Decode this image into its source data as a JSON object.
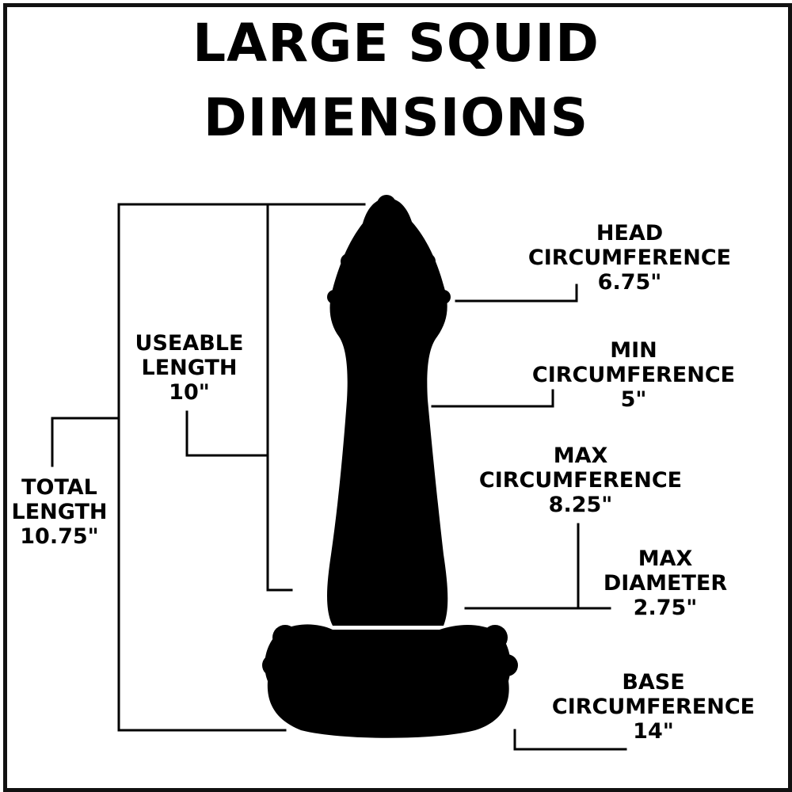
{
  "title": {
    "line1": "LARGE SQUID",
    "line2": "DIMENSIONS"
  },
  "product_color": "#000000",
  "labels": {
    "total_length": {
      "line1": "TOTAL",
      "line2": "LENGTH",
      "value": "10.75\""
    },
    "useable_length": {
      "line1": "USEABLE",
      "line2": "LENGTH",
      "value": "10\""
    },
    "head_circumference": {
      "line1": "HEAD",
      "line2": "CIRCUMFERENCE",
      "value": "6.75\""
    },
    "min_circumference": {
      "line1": "MIN",
      "line2": "CIRCUMFERENCE",
      "value": "5\""
    },
    "max_circumference": {
      "line1": "MAX",
      "line2": "CIRCUMFERENCE",
      "value": "8.25\""
    },
    "max_diameter": {
      "line1": "MAX",
      "line2": "DIAMETER",
      "value": "2.75\""
    },
    "base_circumference": {
      "line1": "BASE",
      "line2": "CIRCUMFERENCE",
      "value": "14\""
    }
  }
}
